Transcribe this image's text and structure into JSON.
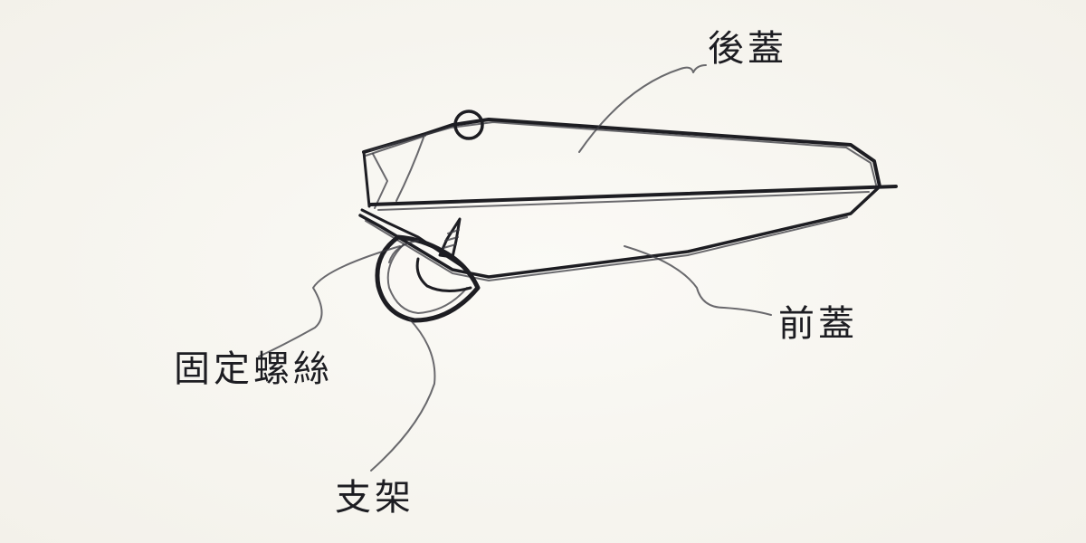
{
  "labels": {
    "back_cover": "後蓋",
    "front_cover": "前蓋",
    "fixing_screw": "固定螺絲",
    "bracket": "支架"
  },
  "colors": {
    "paper": "#f7f6f2",
    "ink": "#1d1d22"
  }
}
